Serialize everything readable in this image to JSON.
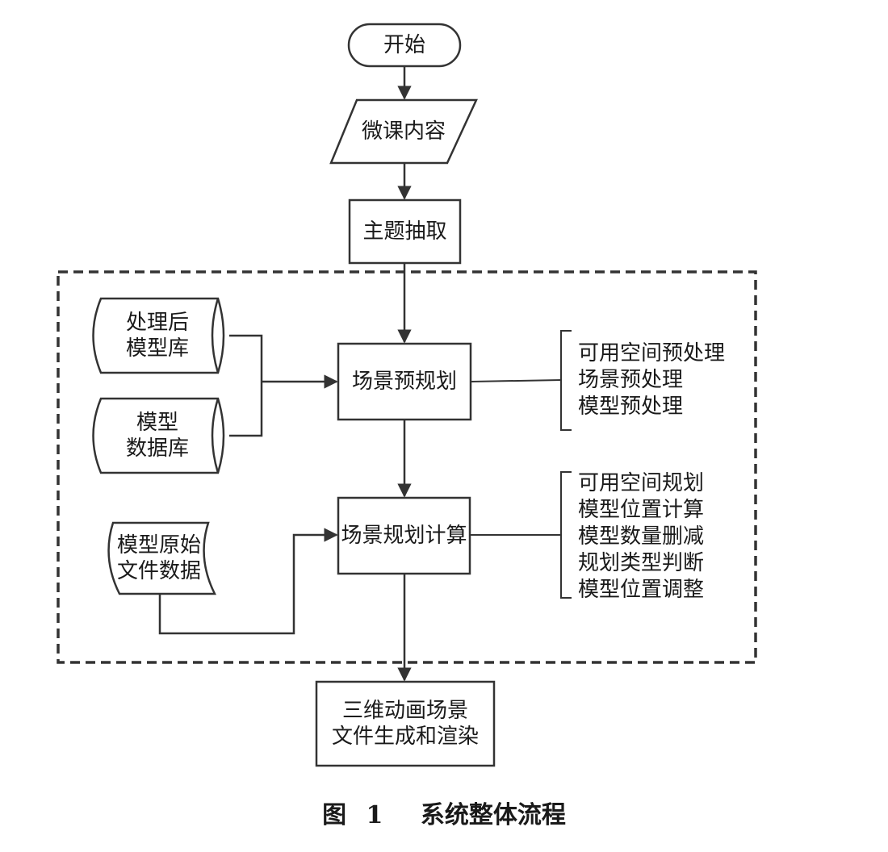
{
  "nodes": {
    "start": "开始",
    "micro_content": "微课内容",
    "topic_extract": "主题抽取",
    "processed_model_lib": "处理后\n模型库",
    "model_db": "模型\n数据库",
    "raw_model_data": "模型原始\n文件数据",
    "scene_preplan": "场景预规划",
    "scene_plan_calc": "场景规划计算",
    "output": "三维动画场景\n文件生成和渲染"
  },
  "preplan_steps": [
    "可用空间预处理",
    "场景预处理",
    "模型预处理"
  ],
  "calc_steps": [
    "可用空间规划",
    "模型位置计算",
    "模型数量删减",
    "规划类型判断",
    "模型位置调整"
  ],
  "caption": {
    "figure_no": "图 1",
    "title": "系统整体流程"
  }
}
